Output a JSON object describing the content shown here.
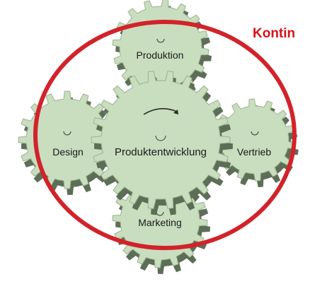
{
  "diagram": {
    "title": "Kontin",
    "colors": {
      "gear_face": "#c9ddbf",
      "gear_side": "#5d6e57",
      "gear_edge": "#9db28f",
      "ring": "#d2232a",
      "title": "#d8121b"
    },
    "gears": {
      "produktion": "Produktion",
      "design": "Design",
      "center": "Produktentwicklung",
      "vertrieb": "Vertrieb",
      "marketing": "Marketing"
    }
  }
}
